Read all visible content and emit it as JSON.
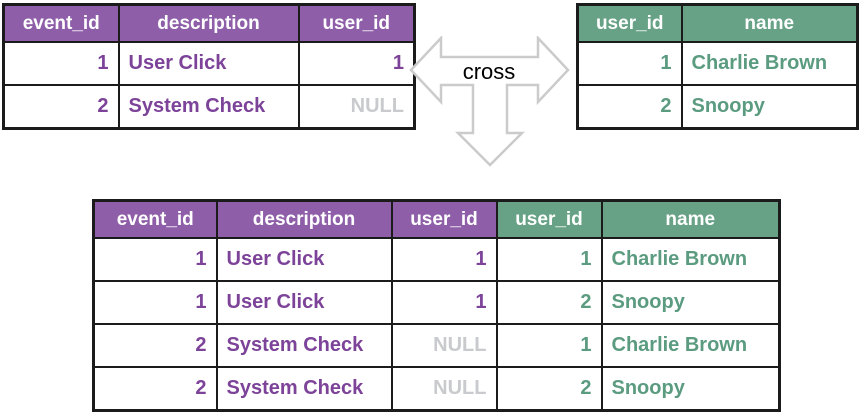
{
  "diagram": {
    "operator_label": "cross",
    "tables": {
      "events": {
        "columns": [
          "event_id",
          "description",
          "user_id"
        ],
        "rows": [
          [
            "1",
            "User Click",
            "1"
          ],
          [
            "2",
            "System Check",
            "NULL"
          ]
        ]
      },
      "users": {
        "columns": [
          "user_id",
          "name"
        ],
        "rows": [
          [
            "1",
            "Charlie Brown"
          ],
          [
            "2",
            "Snoopy"
          ]
        ]
      },
      "result": {
        "columns": [
          "event_id",
          "description",
          "user_id",
          "user_id",
          "name"
        ],
        "rows": [
          [
            "1",
            "User Click",
            "1",
            "1",
            "Charlie Brown"
          ],
          [
            "1",
            "User Click",
            "1",
            "2",
            "Snoopy"
          ],
          [
            "2",
            "System Check",
            "NULL",
            "1",
            "Charlie Brown"
          ],
          [
            "2",
            "System Check",
            "NULL",
            "2",
            "Snoopy"
          ]
        ]
      }
    },
    "colors": {
      "purple_header": "#8e5fa8",
      "purple_text": "#7c4399",
      "green_header": "#67a286",
      "green_text": "#5b9b80",
      "null_text": "#c9cacd",
      "table_border": "#1b1b1b",
      "arrow_outline": "#cbcbcb",
      "arrow_label_text": "#000000"
    }
  }
}
